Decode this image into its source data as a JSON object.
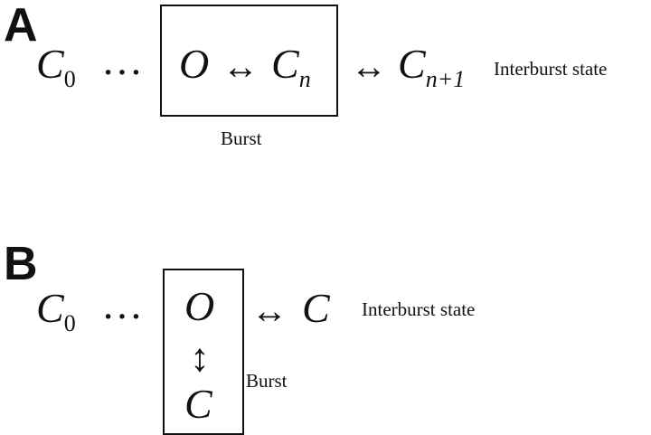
{
  "panel_a": {
    "label": "A",
    "start_state": "C",
    "start_sub": "0",
    "ellipsis": "…",
    "open_state": "O",
    "arrow": "↔",
    "closed_state": "C",
    "closed_sub": "n",
    "arrow2": "↔",
    "next_state": "C",
    "next_sub": "n+1",
    "interburst_label": "Interburst state",
    "burst_label": "Burst"
  },
  "panel_b": {
    "label": "B",
    "start_state": "C",
    "start_sub": "0",
    "ellipsis": "…",
    "open_state": "O",
    "vertical_arrow": "↕",
    "closed_state": "C",
    "arrow": "↔",
    "interburst_closed": "C",
    "interburst_label": "Interburst state",
    "burst_label": "Burst"
  }
}
